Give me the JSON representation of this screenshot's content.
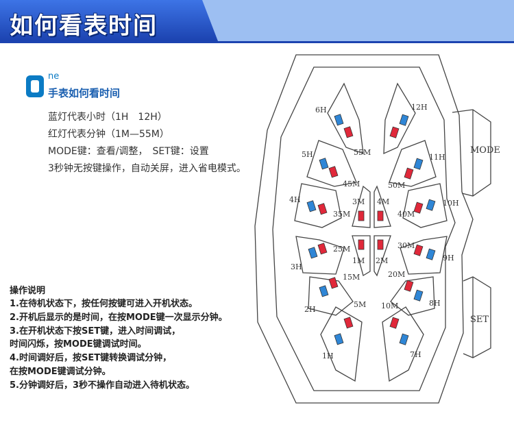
{
  "header": {
    "title": "如何看表时间"
  },
  "intro": {
    "one_suffix": "ne",
    "subtitle": "手表如何看时间",
    "lines": [
      "蓝灯代表小时（1H　12H）",
      "红灯代表分钟（1M—55M）",
      "MODE键：查看/调整，　SET键：设置",
      "3秒钟无按键操作，自动关屏，进入省电模式。"
    ]
  },
  "instructions": {
    "title": "操作说明",
    "steps": [
      "1.在待机状态下，按任何按键可进入开机状态。",
      "2.开机后显示的是时间，在按MODE键一次显示分钟。",
      "3.在开机状态下按SET键，进入时间调试，",
      "时间闪烁，按MODE键调试时间。",
      "4.时间调好后，按SET键转换调试分钟，",
      "在按MODE键调试分钟。",
      "5.分钟调好后，3秒不操作自动进入待机状态。"
    ]
  },
  "watch": {
    "buttons": {
      "mode": "MODE",
      "set": "SET"
    },
    "hour_labels": [
      "1H",
      "2H",
      "3H",
      "4H",
      "5H",
      "6H",
      "7H",
      "8H",
      "9H",
      "10H",
      "11H",
      "12H"
    ],
    "minute_labels": [
      "5M",
      "10M",
      "15M",
      "20M",
      "25M",
      "30M",
      "35M",
      "40M",
      "45M",
      "50M",
      "55M",
      "1M",
      "2M",
      "3M",
      "4M"
    ]
  },
  "colors": {
    "hour_led": "#2f86d6",
    "minute_led": "#e0283a",
    "banner": "#1e4fc4"
  }
}
